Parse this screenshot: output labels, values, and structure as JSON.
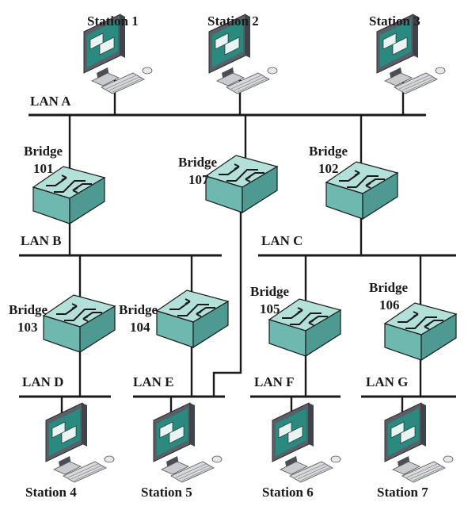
{
  "colors": {
    "line": "#1a1a1a",
    "bridge_top": "#b4e0da",
    "bridge_front": "#6fb8b0",
    "bridge_side": "#4e9a92",
    "screen": "#2a8a80",
    "monitor_body": "#5a5e66"
  },
  "lans": {
    "a": "LAN A",
    "b": "LAN B",
    "c": "LAN C",
    "d": "LAN D",
    "e": "LAN E",
    "f": "LAN F",
    "g": "LAN G"
  },
  "bridges": {
    "b101": {
      "label": "Bridge",
      "id": "101"
    },
    "b107": {
      "label": "Bridge",
      "id": "107"
    },
    "b102": {
      "label": "Bridge",
      "id": "102"
    },
    "b103": {
      "label": "Bridge",
      "id": "103"
    },
    "b104": {
      "label": "Bridge",
      "id": "104"
    },
    "b105": {
      "label": "Bridge",
      "id": "105"
    },
    "b106": {
      "label": "Bridge",
      "id": "106"
    }
  },
  "stations": {
    "s1": "Station 1",
    "s2": "Station 2",
    "s3": "Station 3",
    "s4": "Station 4",
    "s5": "Station 5",
    "s6": "Station 6",
    "s7": "Station 7"
  },
  "icons": {
    "bridge": "bridge-icon",
    "workstation": "workstation-icon"
  }
}
